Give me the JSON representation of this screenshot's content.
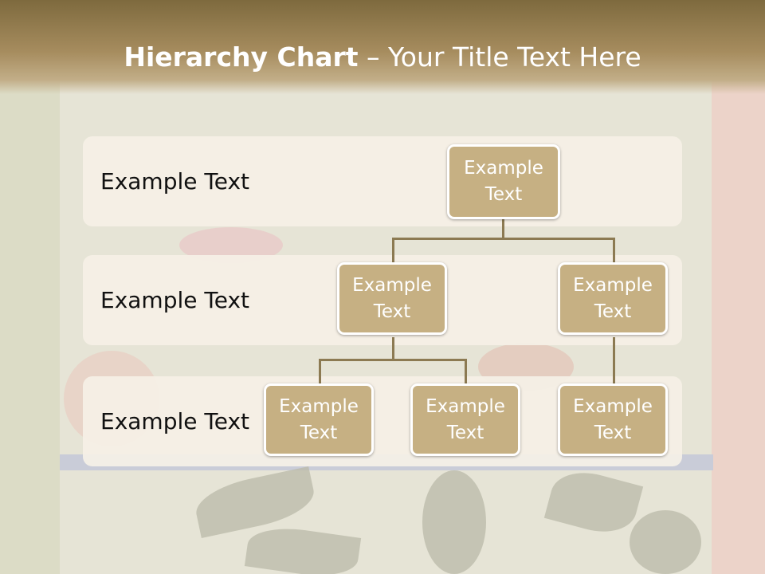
{
  "header": {
    "title_bold": "Hierarchy Chart",
    "title_rest": " – Your Title Text Here"
  },
  "rows": [
    {
      "label": "Example Text"
    },
    {
      "label": "Example Text"
    },
    {
      "label": "Example Text"
    }
  ],
  "nodes": {
    "root": "Example Text",
    "level2_left": "Example Text",
    "level2_right": "Example Text",
    "level3_a": "Example Text",
    "level3_b": "Example Text",
    "level3_c": "Example Text"
  },
  "colors": {
    "header": "#7e6a3e",
    "node_fill": "#c6b083",
    "connector": "#8c7a52"
  }
}
